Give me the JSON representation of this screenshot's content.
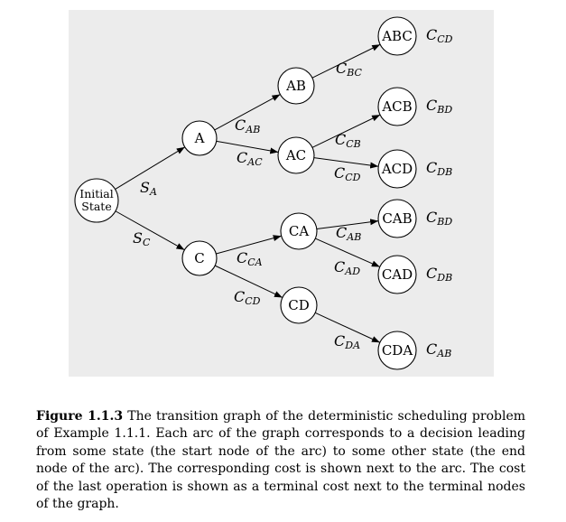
{
  "nodes": [
    {
      "id": "initial",
      "lines": [
        "Initial",
        "State"
      ]
    },
    {
      "id": "A",
      "lines": [
        "A"
      ]
    },
    {
      "id": "C",
      "lines": [
        "C"
      ]
    },
    {
      "id": "AB",
      "lines": [
        "AB"
      ]
    },
    {
      "id": "AC",
      "lines": [
        "AC"
      ]
    },
    {
      "id": "CA",
      "lines": [
        "CA"
      ]
    },
    {
      "id": "CD",
      "lines": [
        "CD"
      ]
    },
    {
      "id": "ABC",
      "lines": [
        "ABC"
      ]
    },
    {
      "id": "ACB",
      "lines": [
        "ACB"
      ]
    },
    {
      "id": "ACD",
      "lines": [
        "ACD"
      ]
    },
    {
      "id": "CAB",
      "lines": [
        "CAB"
      ]
    },
    {
      "id": "CAD",
      "lines": [
        "CAD"
      ]
    },
    {
      "id": "CDA",
      "lines": [
        "CDA"
      ]
    }
  ],
  "edges": [
    {
      "from": "initial",
      "to": "A",
      "cost": {
        "main": "S",
        "sub": "A"
      }
    },
    {
      "from": "initial",
      "to": "C",
      "cost": {
        "main": "S",
        "sub": "C"
      }
    },
    {
      "from": "A",
      "to": "AB",
      "cost": {
        "main": "C",
        "sub": "AB"
      }
    },
    {
      "from": "A",
      "to": "AC",
      "cost": {
        "main": "C",
        "sub": "AC"
      }
    },
    {
      "from": "C",
      "to": "CA",
      "cost": {
        "main": "C",
        "sub": "CA"
      }
    },
    {
      "from": "C",
      "to": "CD",
      "cost": {
        "main": "C",
        "sub": "CD"
      }
    },
    {
      "from": "AB",
      "to": "ABC",
      "cost": {
        "main": "C",
        "sub": "BC"
      }
    },
    {
      "from": "AC",
      "to": "ACB",
      "cost": {
        "main": "C",
        "sub": "CB"
      }
    },
    {
      "from": "AC",
      "to": "ACD",
      "cost": {
        "main": "C",
        "sub": "CD"
      }
    },
    {
      "from": "CA",
      "to": "CAB",
      "cost": {
        "main": "C",
        "sub": "AB"
      }
    },
    {
      "from": "CA",
      "to": "CAD",
      "cost": {
        "main": "C",
        "sub": "AD"
      }
    },
    {
      "from": "CD",
      "to": "CDA",
      "cost": {
        "main": "C",
        "sub": "DA"
      }
    }
  ],
  "terminal_costs": [
    {
      "node": "ABC",
      "main": "C",
      "sub": "CD"
    },
    {
      "node": "ACB",
      "main": "C",
      "sub": "BD"
    },
    {
      "node": "ACD",
      "main": "C",
      "sub": "DB"
    },
    {
      "node": "CAB",
      "main": "C",
      "sub": "BD"
    },
    {
      "node": "CAD",
      "main": "C",
      "sub": "DB"
    },
    {
      "node": "CDA",
      "main": "C",
      "sub": "AB"
    }
  ],
  "caption": {
    "label": "Figure 1.1.3",
    "text": "The transition graph of the deterministic scheduling problem of Example 1.1.1. Each arc of the graph corresponds to a decision leading from some state (the start node of the arc) to some other state (the end node of the arc). The corresponding cost is shown next to the arc. The cost of the last operation is shown as a terminal cost next to the terminal nodes of the graph."
  }
}
